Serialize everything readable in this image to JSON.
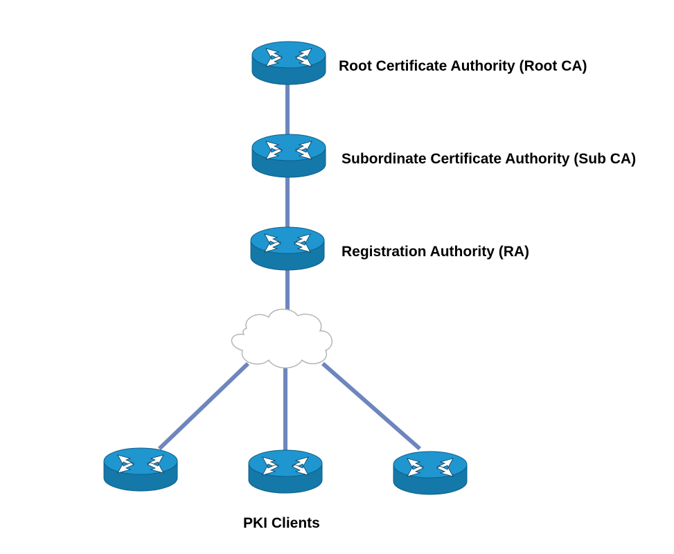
{
  "diagram": {
    "type": "pki-hierarchy",
    "colors": {
      "link": "#6d86bd",
      "router_top": "#1f96cf",
      "router_side": "#1478a9",
      "router_rim": "#0d5f88",
      "cloud_fill": "#ffffff",
      "cloud_stroke": "#b5b5b5"
    },
    "nodes": {
      "root_ca": {
        "label": "Root Certificate Authority (Root CA)",
        "icon": "router-icon"
      },
      "sub_ca": {
        "label": "Subordinate Certificate Authority (Sub CA)",
        "icon": "router-icon"
      },
      "ra": {
        "label": "Registration Authority (RA)",
        "icon": "router-icon"
      },
      "network": {
        "label": "",
        "icon": "cloud-icon"
      },
      "clients": {
        "label": "PKI Clients",
        "count": 3,
        "icon": "router-icon"
      }
    },
    "links": [
      {
        "from": "root_ca",
        "to": "sub_ca"
      },
      {
        "from": "sub_ca",
        "to": "ra"
      },
      {
        "from": "ra",
        "to": "network"
      },
      {
        "from": "network",
        "to": "client_1"
      },
      {
        "from": "network",
        "to": "client_2"
      },
      {
        "from": "network",
        "to": "client_3"
      }
    ]
  }
}
